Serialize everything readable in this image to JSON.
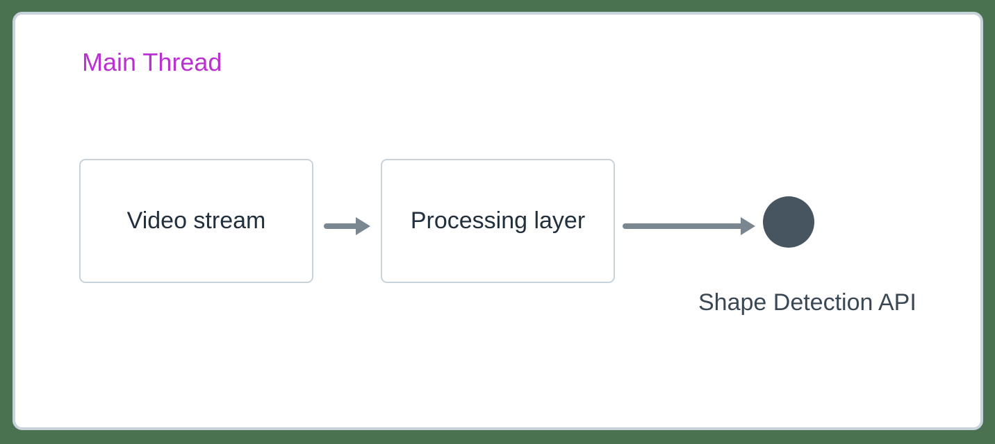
{
  "colors": {
    "background": "#4a7150",
    "panel_border": "#c7d2da",
    "panel_background": "#ffffff",
    "node_border": "#c8d2da",
    "node_text": "#22303e",
    "thread_label_text": "#bb30d3",
    "arrow": "#7a8690",
    "api_node_fill": "#475560",
    "api_label_text": "#3a4854"
  },
  "diagram": {
    "thread_label": "Main Thread",
    "nodes": [
      {
        "id": "video-stream",
        "label": "Video stream"
      },
      {
        "id": "processing-layer",
        "label": "Processing layer"
      }
    ],
    "api_node_label": "Shape Detection API",
    "connections": [
      {
        "from": "video-stream",
        "to": "processing-layer"
      },
      {
        "from": "processing-layer",
        "to": "shape-detection-api"
      }
    ]
  }
}
